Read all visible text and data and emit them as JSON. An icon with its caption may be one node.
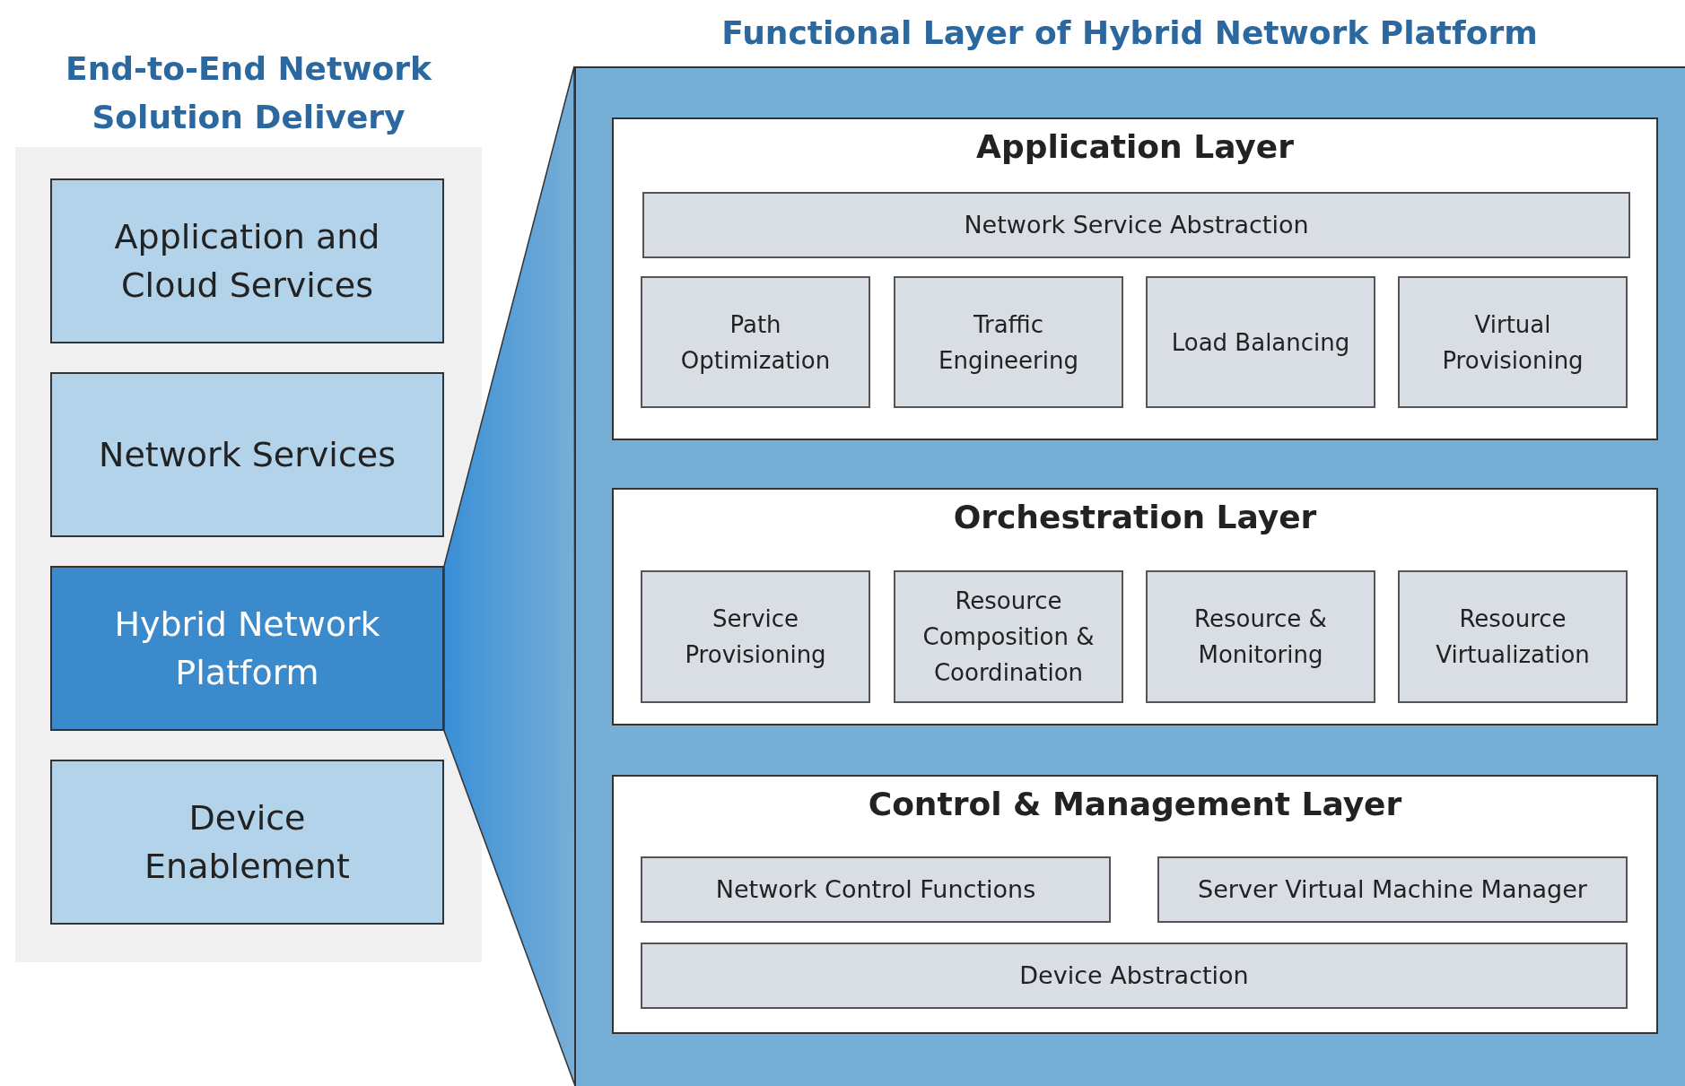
{
  "diagram": {
    "nodes": [
      {
        "text": [
          "End-to-End Network Solution Delivery"
        ]
      },
      {
        "text": [
          "Application and Cloud Services"
        ],
        "in": 0
      },
      {
        "text": [
          "Network Services"
        ],
        "in": 0
      },
      {
        "text": [
          "Hybrid Network Platform"
        ],
        "in": 0
      },
      {
        "text": [
          "Device Enablement"
        ],
        "in": 0
      },
      {
        "text": [
          "Functional Layer of Hybrid Network Platform"
        ]
      },
      {
        "text": [
          "Application Layer"
        ],
        "in": 5
      },
      {
        "text": [
          "Network Service Abstraction"
        ],
        "in": 6
      },
      {
        "text": [
          "Path Optimization"
        ],
        "in": 6
      },
      {
        "text": [
          "Traffic Engineering"
        ],
        "in": 6
      },
      {
        "text": [
          "Load Balancing"
        ],
        "in": 6
      },
      {
        "text": [
          "Virtual Provisioning"
        ],
        "in": 6
      },
      {
        "text": [
          "Orchestration Layer"
        ],
        "in": 5
      },
      {
        "text": [
          "Service Provisioning"
        ],
        "in": 12
      },
      {
        "text": [
          "Resource Composition & Coordination"
        ],
        "in": 12
      },
      {
        "text": [
          "Resource & Monitoring"
        ],
        "in": 12
      },
      {
        "text": [
          "Resource Virtualization"
        ],
        "in": 12
      },
      {
        "text": [
          "Control & Management Layer"
        ],
        "in": 5
      },
      {
        "text": [
          "Network Control Functions"
        ],
        "in": 17
      },
      {
        "text": [
          "Server Virtual Machine Manager"
        ],
        "in": 17
      },
      {
        "text": [
          "Device Abstraction"
        ],
        "in": 17
      },
      {
        "text": [],
        "shape": "trapezoid"
      }
    ]
  }
}
